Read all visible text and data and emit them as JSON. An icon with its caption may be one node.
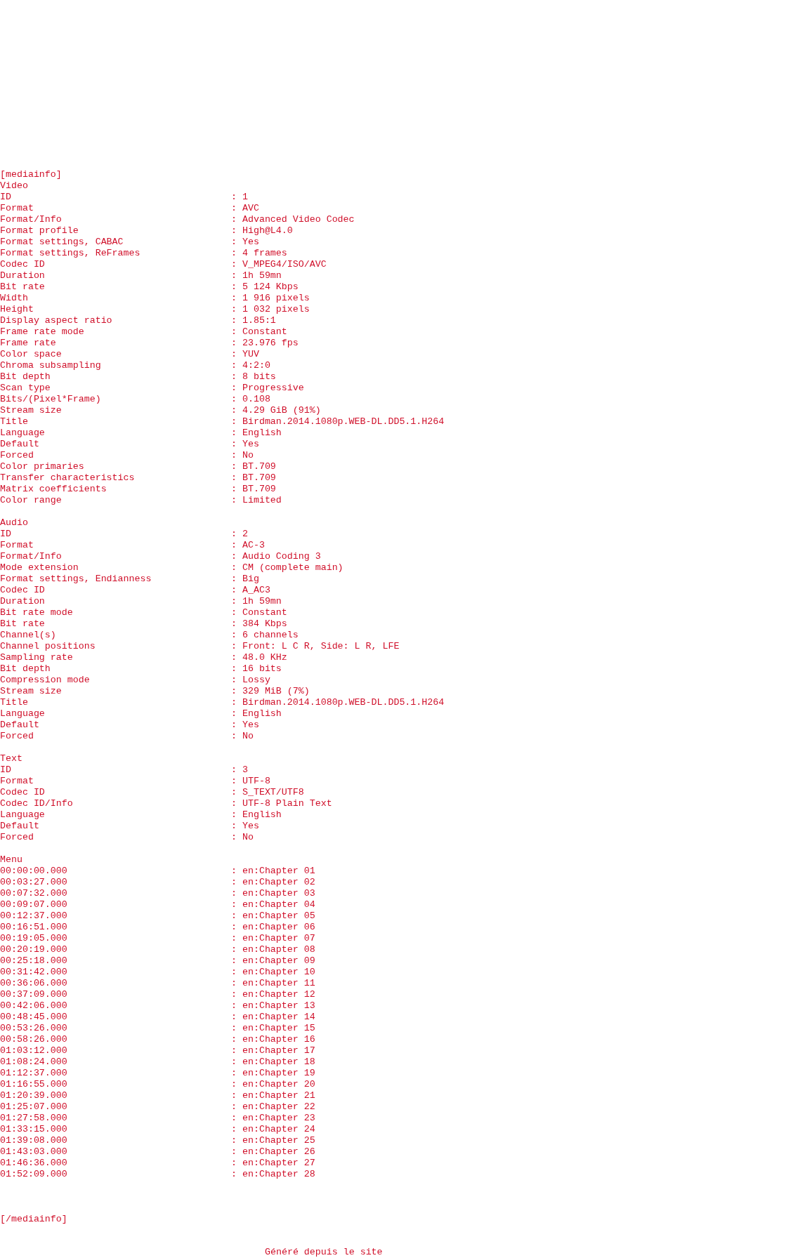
{
  "diagram": {
    "caption": "Généré depuis le site",
    "labels": [
      "[mediainfo]",
      "Video",
      "ID",
      ": 1",
      "Format",
      ": AVC",
      "Format/Info",
      ": Advanced Video Codec",
      "Format profile",
      ": High@L4.0",
      "Format settings, CABAC",
      ": Yes",
      "Format settings, ReFrames",
      ": 4 frames",
      "Codec ID",
      ": V_MPEG4/ISO/AVC",
      "Duration",
      ": 1h 59mn",
      "Bit rate",
      ": 5 124 Kbps",
      "Width",
      ": 1 916 pixels",
      "Height",
      ": 1 032 pixels",
      "Display aspect ratio",
      ": 1.85:1",
      "Frame rate mode",
      ": Constant",
      "Frame rate",
      ": 23.976 fps",
      "Color space",
      ": YUV",
      "Chroma subsampling",
      ": 4:2:0",
      "Bit depth",
      ": 8 bits",
      "Scan type",
      ": Progressive",
      "Bits/(Pixel*Frame)",
      ": 0.108",
      "Stream size",
      ": 4.29 GiB (91%)",
      "Title",
      ": Birdman.2014.1080p.WEB-DL.DD5.1.H264",
      "Language",
      ": English",
      "Default",
      ": Yes",
      "Forced",
      ": No",
      "Color primaries",
      ": BT.709",
      "Transfer characteristics",
      ": BT.709",
      "Matrix coefficients",
      ": BT.709",
      "Color range",
      ": Limited",
      "Audio",
      "ID",
      ": 2",
      "Format",
      ": AC-3",
      "Format/Info",
      ": Audio Coding 3",
      "Mode extension",
      ": CM (complete main)",
      "Format settings, Endianness",
      ": Big",
      "Codec ID",
      ": A_AC3",
      "Duration",
      ": 1h 59mn",
      "Bit rate mode",
      ": Constant",
      "Bit rate",
      ": 384 Kbps",
      "Channel(s)",
      ": 6 channels",
      "Channel positions",
      ": Front: L C R, Side: L R, LFE",
      "Sampling rate",
      ": 48.0 KHz",
      "Bit depth",
      ": 16 bits",
      "Compression mode",
      ": Lossy",
      "Stream size",
      ": 329 MiB (7%)",
      "Title",
      ": Birdman.2014.1080p.WEB-DL.DD5.1.H264",
      "Language",
      ": English",
      "Default",
      ": Yes",
      "Forced",
      ": No",
      "Text",
      "ID",
      ": 3",
      "Format",
      ": UTF-8",
      "Codec ID",
      ": S_TEXT/UTF8",
      "Codec ID/Info",
      ": UTF-8 Plain Text",
      "Language",
      ": English",
      "Default",
      ": Yes",
      "Forced",
      ": No",
      "Menu",
      "00:00:00.000",
      ": en:Chapter 01",
      "00:03:27.000",
      ": en:Chapter 02",
      "00:07:32.000",
      ": en:Chapter 03",
      "00:09:07.000",
      ": en:Chapter 04",
      "00:12:37.000",
      ": en:Chapter 05",
      "00:16:51.000",
      ": en:Chapter 06",
      "00:19:05.000",
      ": en:Chapter 07",
      "00:20:19.000",
      ": en:Chapter 08",
      "00:25:18.000",
      ": en:Chapter 09",
      "00:31:42.000",
      ": en:Chapter 10",
      "00:36:06.000",
      ": en:Chapter 11",
      "00:37:09.000",
      ": en:Chapter 12",
      "00:42:06.000",
      ": en:Chapter 13",
      "00:48:45.000",
      ": en:Chapter 14",
      "00:53:26.000",
      ": en:Chapter 15",
      "00:58:26.000",
      ": en:Chapter 16",
      "01:03:12.000",
      ": en:Chapter 17",
      "01:08:24.000",
      ": en:Chapter 18",
      "01:12:37.000",
      ": en:Chapter 19",
      "01:16:55.000",
      ": en:Chapter 20",
      "01:20:39.000",
      ": en:Chapter 21",
      "01:25:07.000",
      ": en:Chapter 22",
      "01:27:58.000",
      ": en:Chapter 23",
      "01:33:15.000",
      ": en:Chapter 24",
      "01:39:08.000",
      ": en:Chapter 25",
      "01:43:03.000",
      ": en:Chapter 26",
      "01:46:36.000",
      ": en:Chapter 27",
      "01:52:09.000",
      ": en:Chapter 28",
      "[/mediainfo]"
    ]
  }
}
